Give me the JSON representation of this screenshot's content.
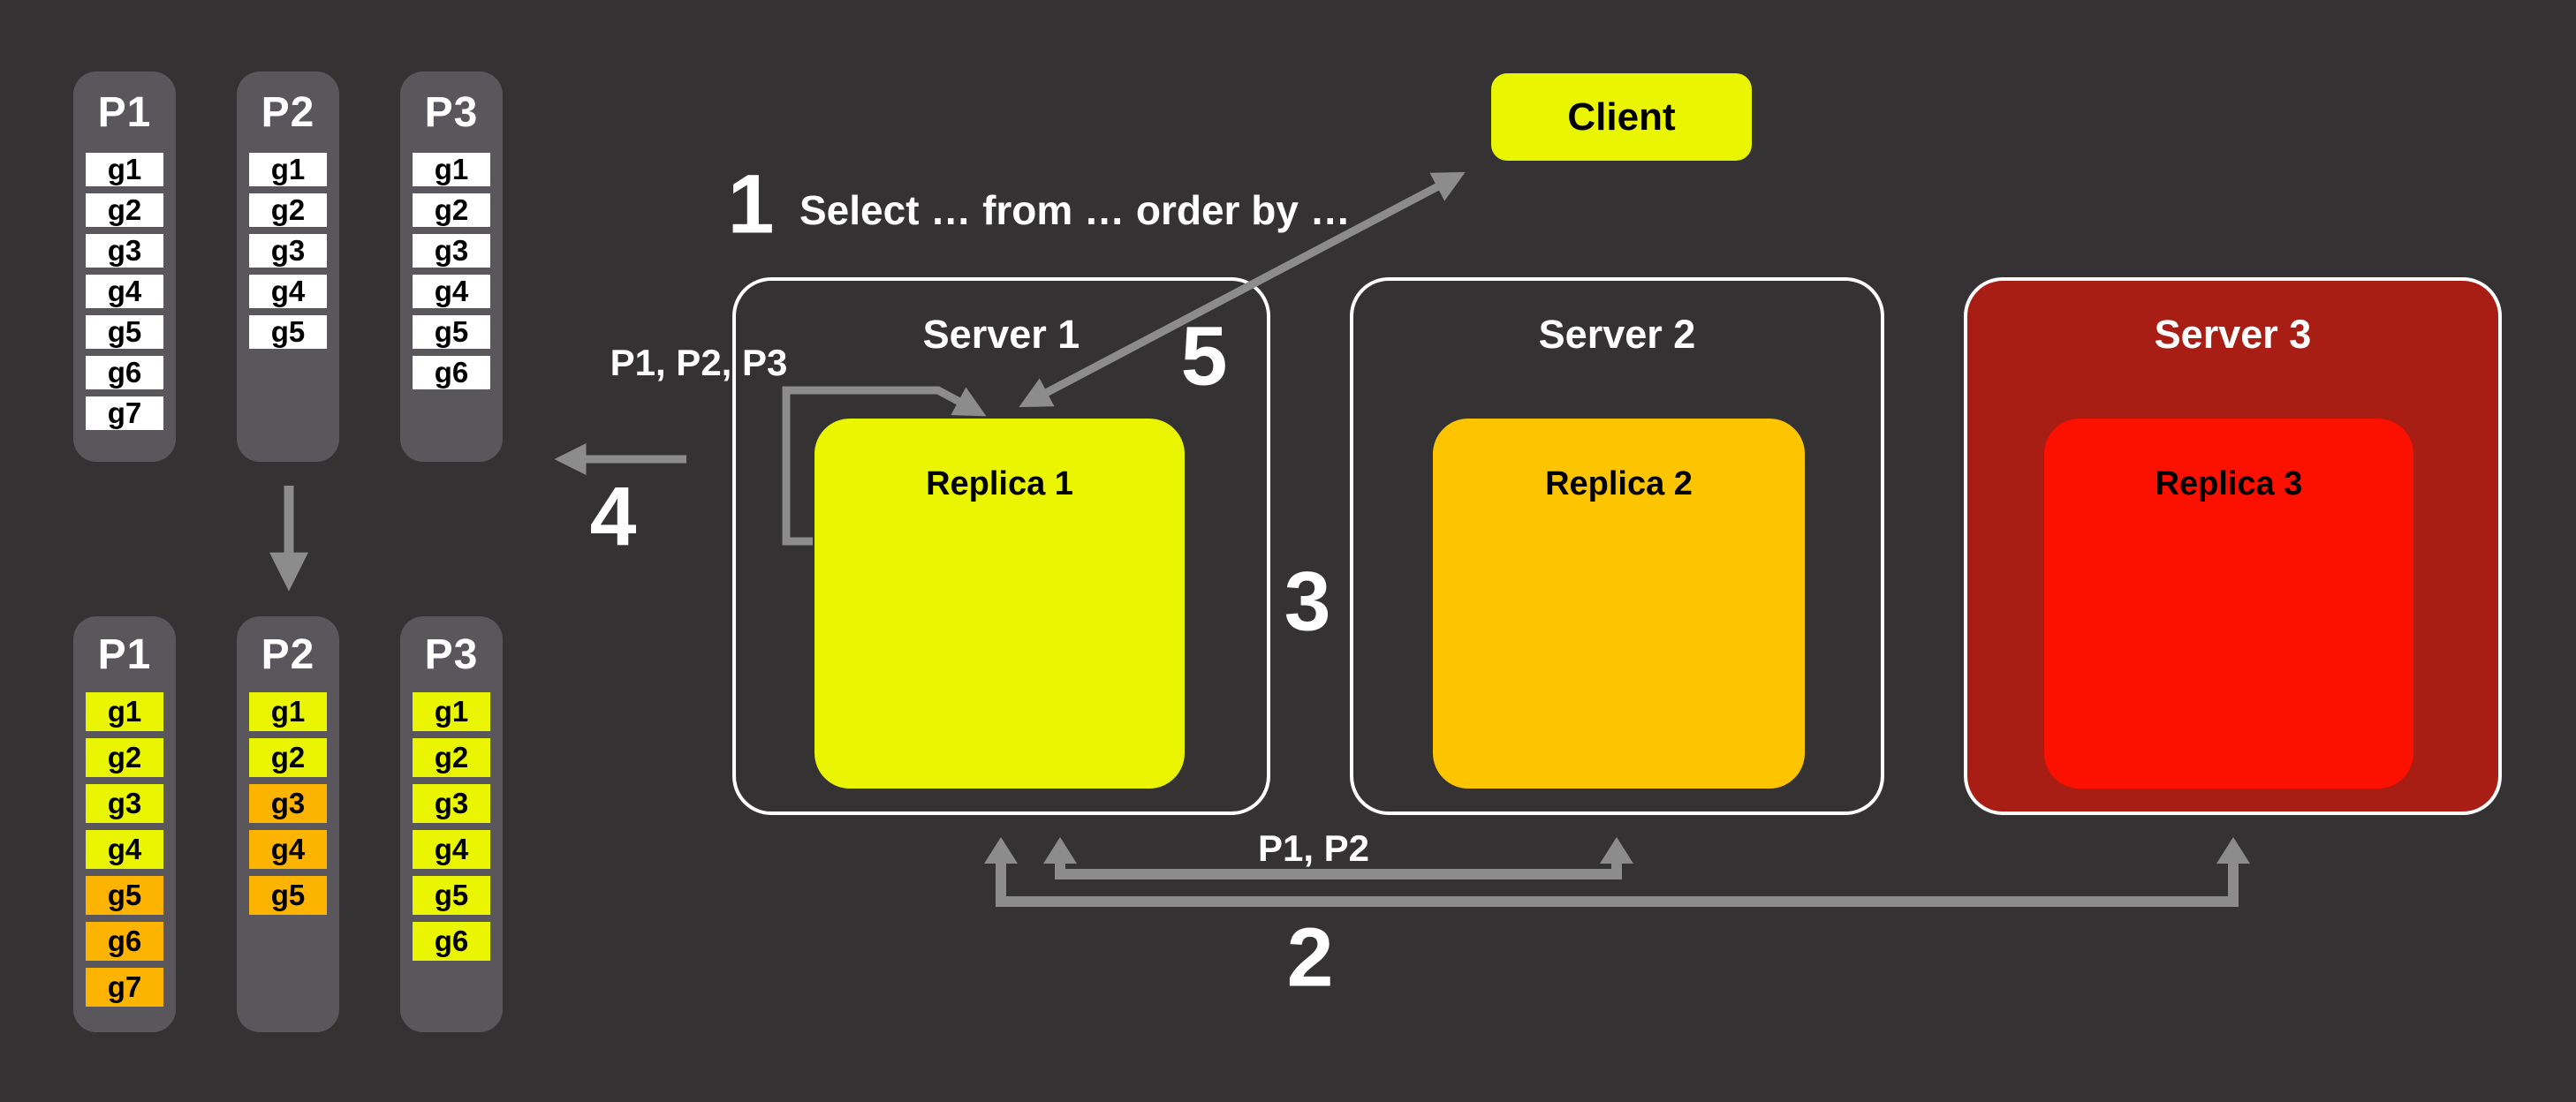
{
  "colors": {
    "background": "#343233",
    "column_gray": "#59575B",
    "cell_white": "#FFFFFF",
    "yellow": "#EAF502",
    "orange": "#FCB400",
    "amber": "#FDC500",
    "red": "#FC1000",
    "server3_fill": "#A81E15",
    "arrow_gray": "#8C8C8C",
    "border_white": "#FFFFFF"
  },
  "partition_groups": [
    {
      "name": "partitions-unsorted",
      "columns": [
        {
          "label": "P1",
          "cells": [
            {
              "label": "g1",
              "color": "white"
            },
            {
              "label": "g2",
              "color": "white"
            },
            {
              "label": "g3",
              "color": "white"
            },
            {
              "label": "g4",
              "color": "white"
            },
            {
              "label": "g5",
              "color": "white"
            },
            {
              "label": "g6",
              "color": "white"
            },
            {
              "label": "g7",
              "color": "white"
            }
          ]
        },
        {
          "label": "P2",
          "cells": [
            {
              "label": "g1",
              "color": "white"
            },
            {
              "label": "g2",
              "color": "white"
            },
            {
              "label": "g3",
              "color": "white"
            },
            {
              "label": "g4",
              "color": "white"
            },
            {
              "label": "g5",
              "color": "white"
            }
          ]
        },
        {
          "label": "P3",
          "cells": [
            {
              "label": "g1",
              "color": "white"
            },
            {
              "label": "g2",
              "color": "white"
            },
            {
              "label": "g3",
              "color": "white"
            },
            {
              "label": "g4",
              "color": "white"
            },
            {
              "label": "g5",
              "color": "white"
            },
            {
              "label": "g6",
              "color": "white"
            }
          ]
        }
      ]
    },
    {
      "name": "partitions-sorted",
      "columns": [
        {
          "label": "P1",
          "cells": [
            {
              "label": "g1",
              "color": "yellow"
            },
            {
              "label": "g2",
              "color": "yellow"
            },
            {
              "label": "g3",
              "color": "yellow"
            },
            {
              "label": "g4",
              "color": "yellow"
            },
            {
              "label": "g5",
              "color": "orange"
            },
            {
              "label": "g6",
              "color": "orange"
            },
            {
              "label": "g7",
              "color": "orange"
            }
          ]
        },
        {
          "label": "P2",
          "cells": [
            {
              "label": "g1",
              "color": "yellow"
            },
            {
              "label": "g2",
              "color": "yellow"
            },
            {
              "label": "g3",
              "color": "orange"
            },
            {
              "label": "g4",
              "color": "orange"
            },
            {
              "label": "g5",
              "color": "orange"
            }
          ]
        },
        {
          "label": "P3",
          "cells": [
            {
              "label": "g1",
              "color": "yellow"
            },
            {
              "label": "g2",
              "color": "yellow"
            },
            {
              "label": "g3",
              "color": "yellow"
            },
            {
              "label": "g4",
              "color": "yellow"
            },
            {
              "label": "g5",
              "color": "yellow"
            },
            {
              "label": "g6",
              "color": "yellow"
            }
          ]
        }
      ]
    }
  ],
  "client": {
    "label": "Client"
  },
  "servers": [
    {
      "label": "Server 1",
      "replica": {
        "label": "Replica 1",
        "color": "yellow"
      }
    },
    {
      "label": "Server 2",
      "replica": {
        "label": "Replica 2",
        "color": "amber"
      }
    },
    {
      "label": "Server 3",
      "replica": {
        "label": "Replica 3",
        "color": "red"
      }
    }
  ],
  "steps": {
    "s1": "1",
    "s2": "2",
    "s3": "3",
    "s4": "4",
    "s5": "5"
  },
  "labels": {
    "query": "Select … from … order by …",
    "partitions_full": "P1, P2, P3",
    "partitions_partial": "P1, P2"
  }
}
